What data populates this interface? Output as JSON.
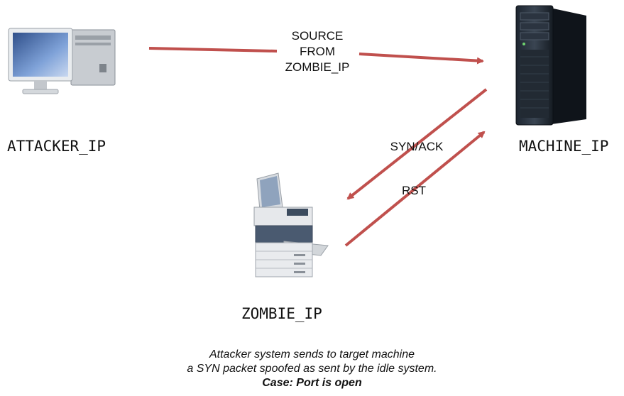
{
  "nodes": {
    "attacker": {
      "label": "ATTACKER_IP",
      "icon": "desktop-computer-icon"
    },
    "machine": {
      "label": "MACHINE_IP",
      "icon": "server-tower-icon"
    },
    "zombie": {
      "label": "ZOMBIE_IP",
      "icon": "printer-copier-icon"
    }
  },
  "edges": {
    "source": {
      "lines": [
        "SOURCE",
        "FROM",
        "ZOMBIE_IP"
      ],
      "from": "attacker",
      "to": "machine"
    },
    "synack": {
      "label": "SYN/ACK",
      "from": "machine",
      "to": "zombie"
    },
    "rst": {
      "label": "RST",
      "from": "zombie",
      "to": "machine"
    }
  },
  "caption": {
    "line1": "Attacker system sends to target machine",
    "line2": "a SYN packet spoofed as sent by the idle system.",
    "line3": "Case: Port is open"
  },
  "colors": {
    "arrow": "#c0504d"
  }
}
